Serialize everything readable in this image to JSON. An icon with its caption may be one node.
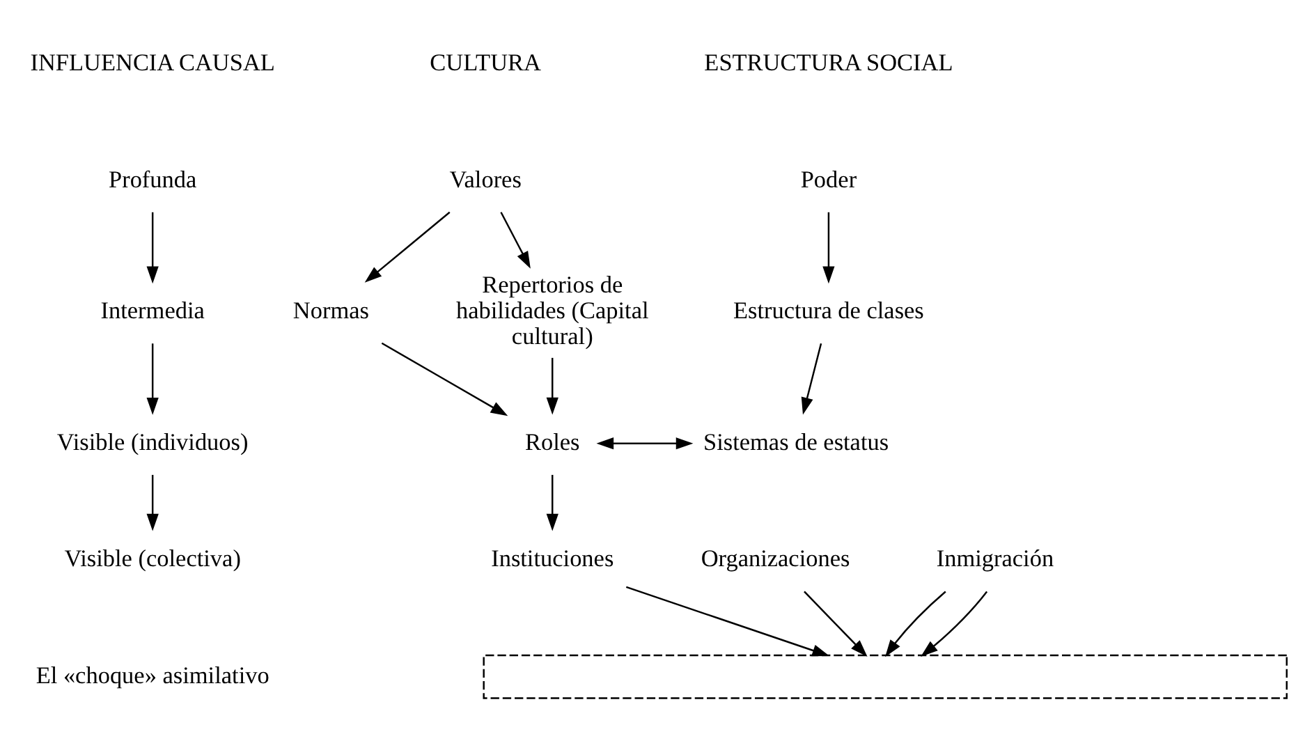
{
  "diagram": {
    "nodes": [
      {
        "text": [
          "Profunda"
        ]
      },
      {
        "text": [
          "Intermedia"
        ]
      },
      {
        "text": [
          "Visible (individuos)"
        ]
      },
      {
        "text": [
          "Visible (colectiva)"
        ]
      },
      {
        "text": [
          "Valores"
        ]
      },
      {
        "text": [
          "Normas"
        ]
      },
      {
        "text": [
          "Repertorios de habilidades (Capital cultural)"
        ]
      },
      {
        "text": [
          "Roles"
        ]
      },
      {
        "text": [
          "Instituciones"
        ]
      },
      {
        "text": [
          "Poder"
        ]
      },
      {
        "text": [
          "Estructura de clases"
        ]
      },
      {
        "text": [
          "Sistemas de estatus"
        ]
      },
      {
        "text": [
          "Organizaciones"
        ]
      },
      {
        "text": [],
        "shape": "bar"
      },
      {
        "text": [
          "Inmigración"
        ]
      }
    ],
    "edges": [
      {
        "from": 0,
        "to": 1,
        "arrow": "to"
      },
      {
        "from": 1,
        "to": 2,
        "arrow": "to"
      },
      {
        "from": 2,
        "to": 3,
        "arrow": "to"
      },
      {
        "from": 4,
        "to": 5,
        "arrow": "to"
      },
      {
        "from": 4,
        "to": 6,
        "arrow": "to"
      },
      {
        "from": 5,
        "to": 7,
        "arrow": "to"
      },
      {
        "from": 6,
        "to": 7,
        "arrow": "to"
      },
      {
        "from": 7,
        "to": 11,
        "arrow": "both"
      },
      {
        "from": 7,
        "to": 8,
        "arrow": "to"
      },
      {
        "from": 9,
        "to": 10,
        "arrow": "to"
      },
      {
        "from": 10,
        "to": 11,
        "arrow": "to"
      },
      {
        "from": 8,
        "to": 13,
        "arrow": "to"
      },
      {
        "from": 12,
        "to": 13,
        "arrow": "to"
      },
      {
        "from": 14,
        "to": 13,
        "arrow": "to"
      },
      {
        "from": 14,
        "to": 13,
        "arrow": "to"
      }
    ],
    "labels": [
      "INFLUENCIA CAUSAL",
      "CULTURA",
      "ESTRUCTURA SOCIAL",
      "El «choque» asimilativo"
    ]
  }
}
